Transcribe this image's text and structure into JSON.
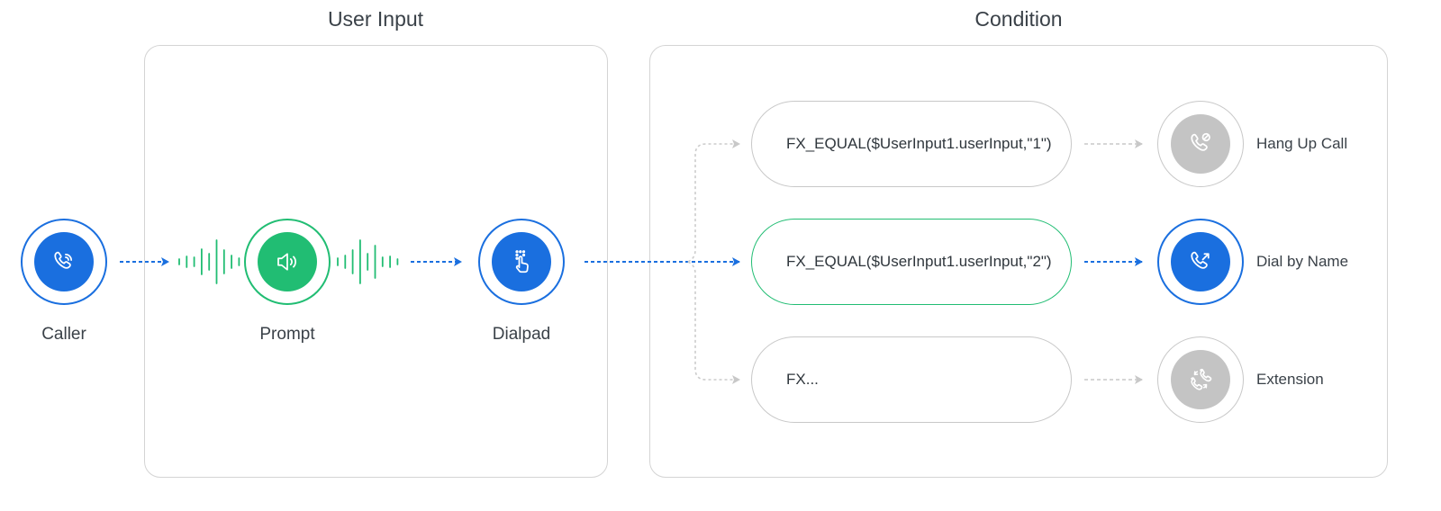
{
  "colors": {
    "blue": "#1a6fdf",
    "green": "#21bd73",
    "gray": "#c4c4c4",
    "gray_line": "#d0d0d0"
  },
  "groups": {
    "user_input": {
      "title": "User Input"
    },
    "condition": {
      "title": "Condition"
    }
  },
  "nodes": {
    "caller": {
      "label": "Caller",
      "icon": "phone-ringing-icon"
    },
    "prompt": {
      "label": "Prompt",
      "icon": "speaker-icon"
    },
    "dialpad": {
      "label": "Dialpad",
      "icon": "tap-dialpad-icon"
    }
  },
  "conditions": [
    {
      "expression": "FX_EQUAL($UserInput1.userInput,\"1\")",
      "state": "inactive"
    },
    {
      "expression": "FX_EQUAL($UserInput1.userInput,\"2\")",
      "state": "active"
    },
    {
      "expression": "FX...",
      "state": "inactive"
    }
  ],
  "outcomes": [
    {
      "label": "Hang Up Call",
      "icon": "phone-blocked-icon",
      "state": "inactive"
    },
    {
      "label": "Dial by Name",
      "icon": "phone-outgoing-icon",
      "state": "active"
    },
    {
      "label": "Extension",
      "icon": "phone-transfer-icon",
      "state": "inactive"
    }
  ]
}
